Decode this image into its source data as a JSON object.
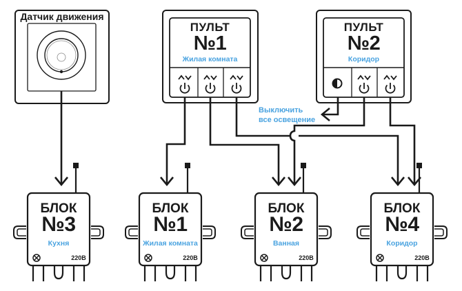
{
  "sensor": {
    "title": "Датчик движения"
  },
  "remotes": [
    {
      "title": "ПУЛЬТ",
      "number": "№1",
      "room": "Жилая комната",
      "buttons": [
        {
          "icon": "dimmer-power-icon"
        },
        {
          "icon": "dimmer-power-icon"
        },
        {
          "icon": "dimmer-power-icon"
        }
      ]
    },
    {
      "title": "ПУЛЬТ",
      "number": "№2",
      "room": "Коридор",
      "buttons": [
        {
          "icon": "half-circle-master-off-icon"
        },
        {
          "icon": "dimmer-power-icon"
        },
        {
          "icon": "dimmer-power-icon"
        }
      ]
    }
  ],
  "annotation": {
    "line1": "Выключить",
    "line2": "все освещение"
  },
  "blocks": [
    {
      "title": "БЛОК",
      "number": "№3",
      "room": "Кухня",
      "voltage": "220В"
    },
    {
      "title": "БЛОК",
      "number": "№1",
      "room": "Жилая комната",
      "voltage": "220В"
    },
    {
      "title": "БЛОК",
      "number": "№2",
      "room": "Ванная",
      "voltage": "220В"
    },
    {
      "title": "БЛОК",
      "number": "№4",
      "room": "Коридор",
      "voltage": "220В"
    }
  ],
  "colors": {
    "line": "#1a1a1a",
    "accent": "#4aa3e0",
    "background": "#ffffff"
  }
}
